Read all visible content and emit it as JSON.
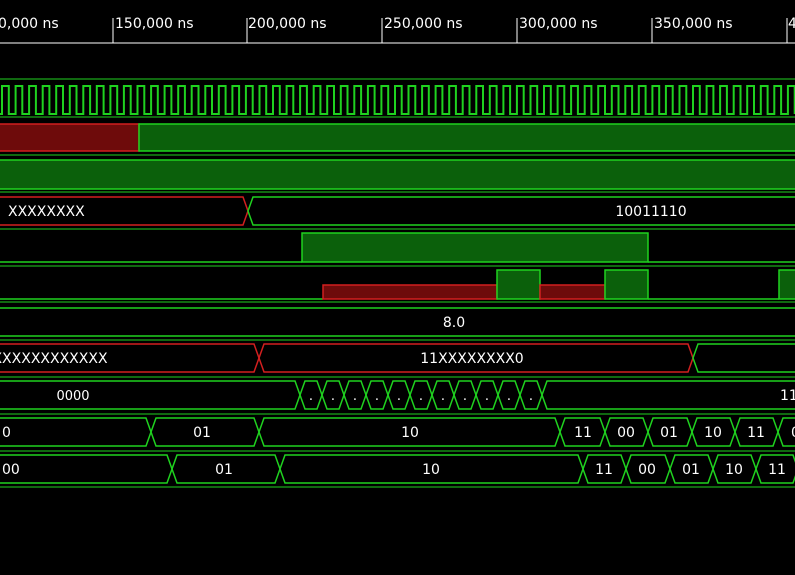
{
  "colors": {
    "background": "#000000",
    "signal_green": "#1fd21f",
    "fill_green": "#0b600b",
    "signal_red": "#d21f1f",
    "fill_red": "#6e0b0b",
    "text": "#ffffff"
  },
  "time_ruler": {
    "unit": "ns",
    "tick_labels": [
      "0,000 ns",
      "150,000 ns",
      "200,000 ns",
      "250,000 ns",
      "300,000 ns",
      "350,000 ns",
      "4"
    ]
  },
  "signals": [
    {
      "id": "clock",
      "kind": "clock"
    },
    {
      "id": "reset",
      "kind": "bit"
    },
    {
      "id": "enable",
      "kind": "bit"
    },
    {
      "id": "data-reg",
      "kind": "bus",
      "values": [
        "XXXXXXXX",
        "10011110"
      ]
    },
    {
      "id": "valid",
      "kind": "bit"
    },
    {
      "id": "strobe",
      "kind": "bit"
    },
    {
      "id": "const-value",
      "kind": "bus",
      "values": [
        "8.0"
      ]
    },
    {
      "id": "shift-reg",
      "kind": "bus",
      "values": [
        "XXXXXXXXXXXX",
        "11XXXXXXXX0"
      ]
    },
    {
      "id": "nibble",
      "kind": "bus",
      "values": [
        "0000",
        ".",
        ".",
        ".",
        ".",
        ".",
        ".",
        ".",
        ".",
        ".",
        ".",
        "."
      ]
    },
    {
      "id": "state-a",
      "kind": "bus",
      "values": [
        "0",
        "01",
        "10",
        "11",
        "00",
        "01",
        "10",
        "11",
        "0"
      ]
    },
    {
      "id": "state-b",
      "kind": "bus",
      "values": [
        "00",
        "01",
        "10",
        "11",
        "00",
        "01",
        "10",
        "11"
      ]
    }
  ]
}
